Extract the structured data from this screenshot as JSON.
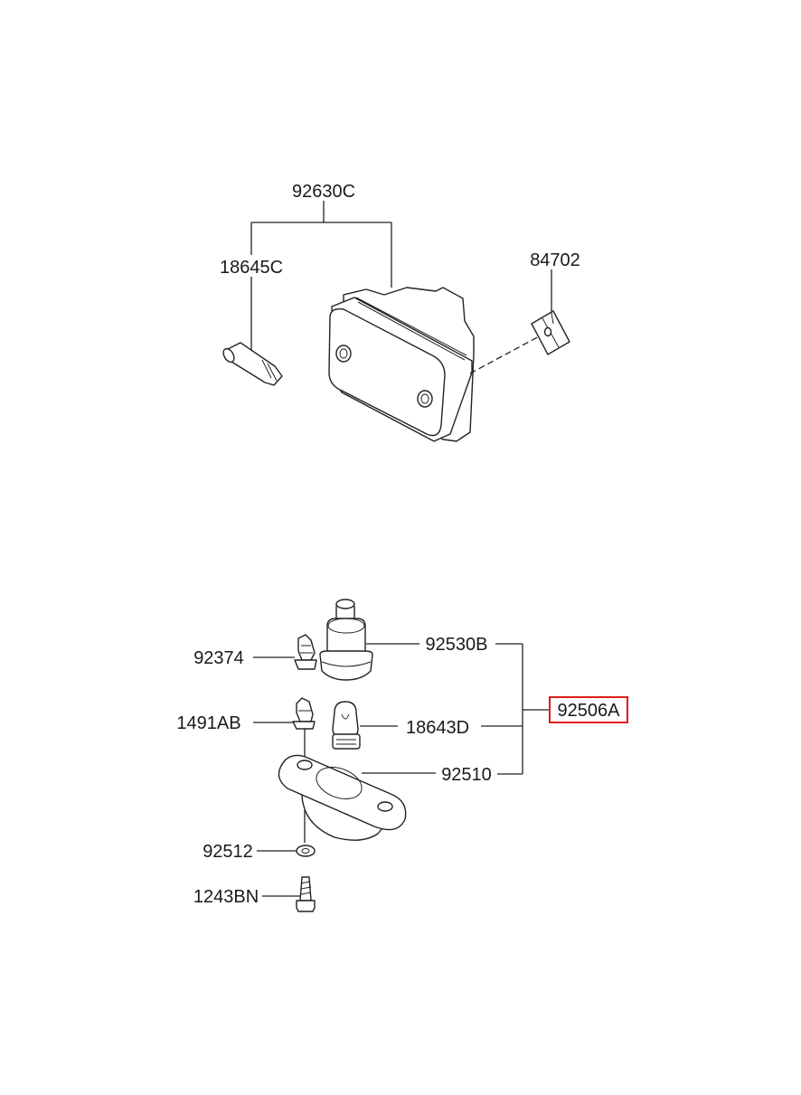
{
  "parts": {
    "p92630C": "92630C",
    "p18645C": "18645C",
    "p84702": "84702",
    "p92374": "92374",
    "p92530B": "92530B",
    "p92506A": "92506A",
    "p1491AB": "1491AB",
    "p18643D": "18643D",
    "p92510": "92510",
    "p92512": "92512",
    "p1243BN": "1243BN"
  },
  "highlight_color": "#e01b1b",
  "highlighted_part": "92506A"
}
